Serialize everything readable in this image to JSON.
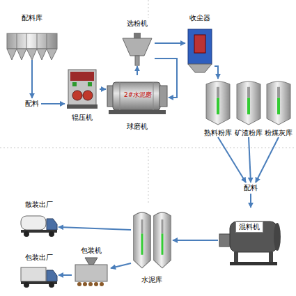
{
  "diagram": {
    "nodes": [
      {
        "text": [
          "配料库"
        ]
      },
      {
        "text": [
          "配料"
        ]
      },
      {
        "text": [
          "辊压机"
        ]
      },
      {
        "text": [
          "球磨机"
        ]
      },
      {
        "text": [
          "选粉机"
        ]
      },
      {
        "text": [
          "收尘器"
        ]
      },
      {
        "text": [
          "熟料粉库"
        ]
      },
      {
        "text": [
          "矿渣粉库"
        ]
      },
      {
        "text": [
          "粉煤灰库"
        ]
      },
      {
        "text": [
          "配料"
        ]
      },
      {
        "text": [
          "混料机"
        ]
      },
      {
        "text": [
          "水泥库"
        ]
      },
      {
        "text": [
          "包装机"
        ]
      },
      {
        "text": [
          "散装出厂"
        ]
      },
      {
        "text": [
          "包装出厂"
        ]
      }
    ],
    "edges": [
      {
        "from": 0,
        "to": 1,
        "arrow": "to"
      },
      {
        "from": 1,
        "to": 2,
        "arrow": "to"
      },
      {
        "from": 2,
        "to": 3,
        "arrow": "to"
      },
      {
        "from": 3,
        "to": 4,
        "arrow": "to"
      },
      {
        "from": 4,
        "to": 5,
        "arrow": "to"
      },
      {
        "from": 4,
        "to": 3,
        "arrow": "to"
      },
      {
        "from": 5,
        "to": 6,
        "arrow": "to"
      },
      {
        "from": 6,
        "to": 9,
        "arrow": "to"
      },
      {
        "from": 7,
        "to": 9,
        "arrow": "to"
      },
      {
        "from": 8,
        "to": 9,
        "arrow": "to"
      },
      {
        "from": 9,
        "to": 10,
        "arrow": "to"
      },
      {
        "from": 10,
        "to": 11,
        "arrow": "to"
      },
      {
        "from": 11,
        "to": 13,
        "arrow": "to"
      },
      {
        "from": 11,
        "to": 12,
        "arrow": "to"
      },
      {
        "from": 12,
        "to": 14,
        "arrow": "to"
      }
    ],
    "labels": [
      "2#水泥磨"
    ]
  }
}
